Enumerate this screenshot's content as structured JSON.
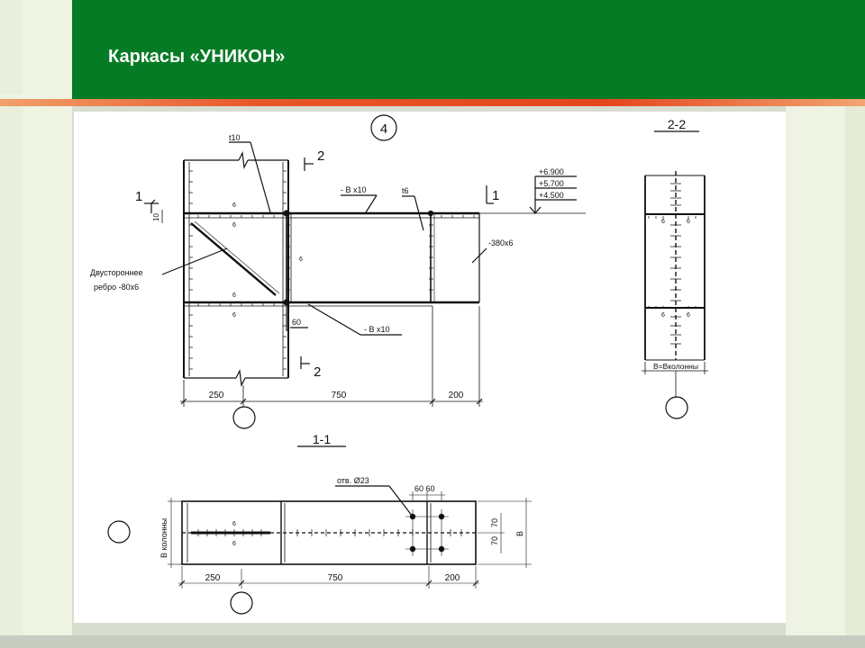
{
  "slide": {
    "title": "Каркасы «УНИКОН»"
  },
  "drawing": {
    "node_number": "4",
    "section_1_1_label": "1-1",
    "section_2_2_label": "2-2",
    "cut_1": "1",
    "cut_2": "2",
    "labels": {
      "t10": "t10",
      "t6": "t6",
      "b_x10_top": "- B x10",
      "b_x10_bottom": "- B x10",
      "plate_380": "-380x6",
      "rib_line1": "Двустороннее",
      "rib_line2": "ребро -80x6",
      "weld_6": "6",
      "hole": "отв. Ø23",
      "b_column_side": "B колонны",
      "b_column_22": "B=Bколонны",
      "b_right": "B"
    },
    "elevations": [
      "+6.900",
      "+5.700",
      "+4.500"
    ],
    "dimensions": {
      "d250": "250",
      "d750": "750",
      "d200": "200",
      "d60": "60",
      "d60_60": "60 60",
      "d70a": "70",
      "d70b": "70",
      "d10": "10"
    }
  },
  "colors": {
    "header_green": "#067b25",
    "stripe_orange": "#e5461e",
    "line": "#111111"
  }
}
